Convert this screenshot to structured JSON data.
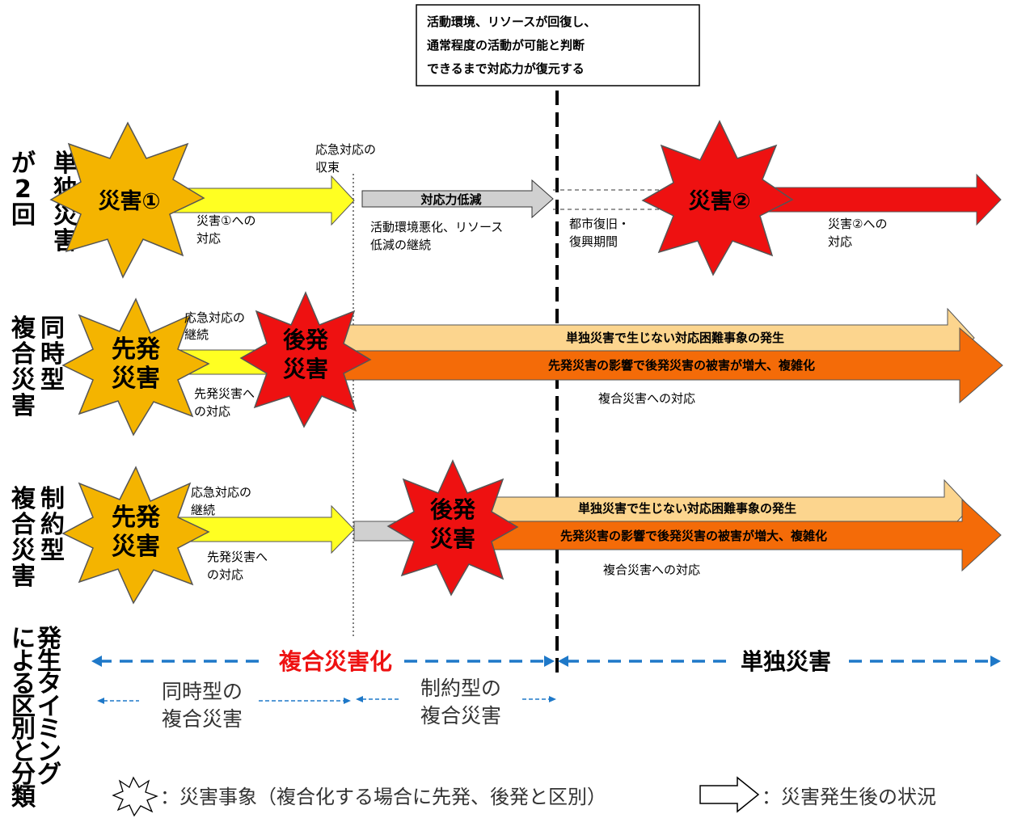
{
  "note_box": {
    "lines": [
      "活動環境、リソースが回復し、",
      "通常程度の活動が可能と判断",
      "できるまで対応力が復元する"
    ]
  },
  "rows": {
    "single": {
      "label_col1": [
        "単",
        "独",
        "災",
        "害"
      ],
      "label_col2": [
        "が",
        "2",
        "回"
      ],
      "burst1": "災害①",
      "burst2": "災害②",
      "response1": [
        "災害①への",
        "対応"
      ],
      "end_response": [
        "応急対応の",
        "収束"
      ],
      "decline_arrow": "対応力低減",
      "decline_note": [
        "活動環境悪化、リソース",
        "低減の継続"
      ],
      "recovery": [
        "都市復旧・",
        "復興期間"
      ],
      "response2": [
        "災害②への",
        "対応"
      ]
    },
    "simultaneous": {
      "label_col1": [
        "同",
        "時",
        "型"
      ],
      "label_col2": [
        "複",
        "合",
        "災",
        "害"
      ],
      "first_burst": [
        "先発",
        "災害"
      ],
      "second_burst": [
        "後発",
        "災害"
      ],
      "continue": [
        "応急対応の",
        "継続"
      ],
      "response": [
        "先発災害へ",
        "の対応"
      ],
      "arrow_top": "単独災害で生じない対応困難事象の発生",
      "arrow_bottom": "先発災害の影響で後発災害の被害が増大、複雑化",
      "compound_response": "複合災害への対応"
    },
    "constrained": {
      "label_col1": [
        "制",
        "約",
        "型"
      ],
      "label_col2": [
        "複",
        "合",
        "災",
        "害"
      ],
      "first_burst": [
        "先発",
        "災害"
      ],
      "second_burst": [
        "後発",
        "災害"
      ],
      "continue": [
        "応急対応の",
        "継続"
      ],
      "response": [
        "先発災害へ",
        "の対応"
      ],
      "arrow_top": "単独災害で生じない対応困難事象の発生",
      "arrow_bottom": "先発災害の影響で後発災害の被害が増大、複雑化",
      "compound_response": "複合災害への対応"
    }
  },
  "timing": {
    "label_col1": [
      "発",
      "生",
      "タ",
      "イ",
      "ミ",
      "ン",
      "グ"
    ],
    "label_col2": [
      "に",
      "よ",
      "る",
      "区",
      "別",
      "と",
      "分",
      "類"
    ],
    "compound": "複合災害化",
    "single": "単独災害",
    "simultaneous": [
      "同時型の",
      "複合災害"
    ],
    "constrained": [
      "制約型の",
      "複合災害"
    ]
  },
  "legend": {
    "burst_desc": "：災害事象（複合化する場合に先発、後発と区別）",
    "arrow_desc": "：災害発生後の状況"
  },
  "colors": {
    "gold": "#f4b400",
    "red": "#ee1111",
    "yellow_arrow": "#ffff22",
    "light_orange": "#fcd58e",
    "orange": "#f46b08",
    "gray": "#d0d0d0",
    "blue": "#1e78c8",
    "label_red": "#ee1111"
  }
}
